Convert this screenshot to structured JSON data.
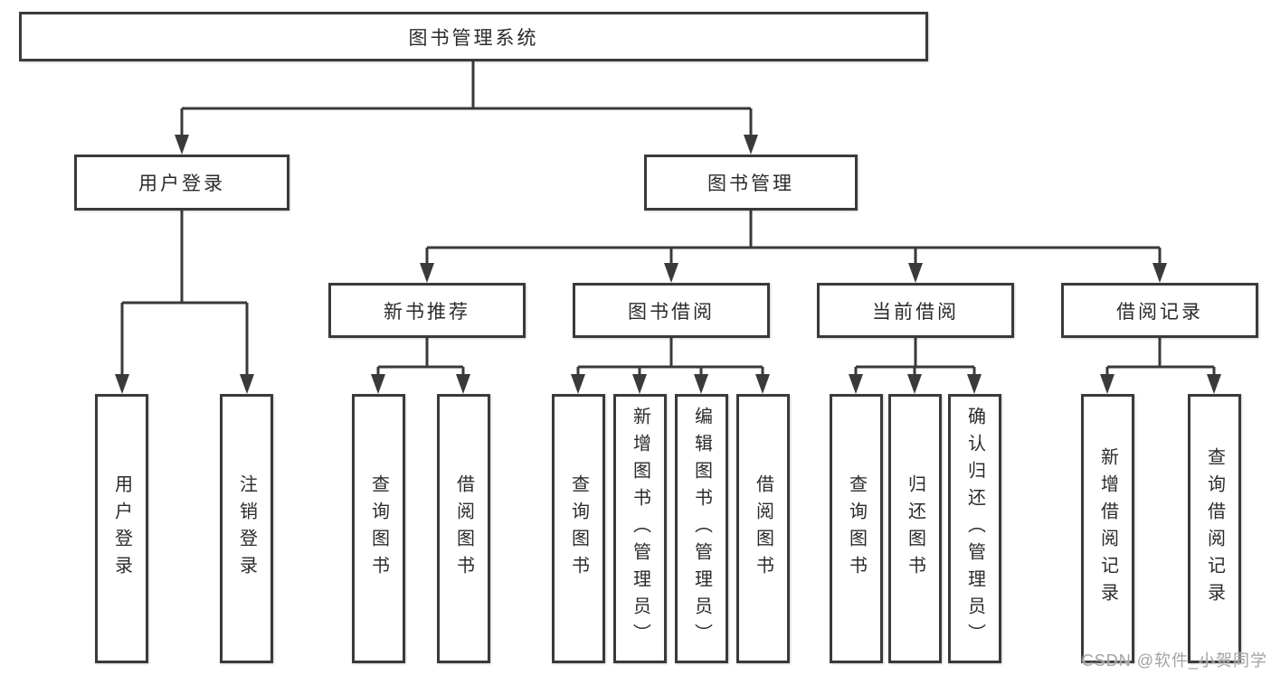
{
  "nodes": {
    "root": "图书管理系统",
    "level2": [
      "用户登录",
      "图书管理"
    ],
    "level3": [
      "新书推荐",
      "图书借阅",
      "当前借阅",
      "借阅记录"
    ],
    "leaves": {
      "login": [
        "用户登录",
        "注销登录"
      ],
      "recommend": [
        "查询图书",
        "借阅图书"
      ],
      "borrow": [
        "查询图书",
        "新增图书（管理员）",
        "编辑图书（管理员）",
        "借阅图书"
      ],
      "current": [
        "查询图书",
        "归还图书",
        "确认归还（管理员）"
      ],
      "records": [
        "新增借阅记录",
        "查询借阅记录"
      ]
    }
  },
  "watermark": "CSDN @软件_小贺同学",
  "colors": {
    "line": "#3a3a3a",
    "text": "#2b2b2b",
    "watermark": "#a3a3a3",
    "background": "#ffffff"
  }
}
